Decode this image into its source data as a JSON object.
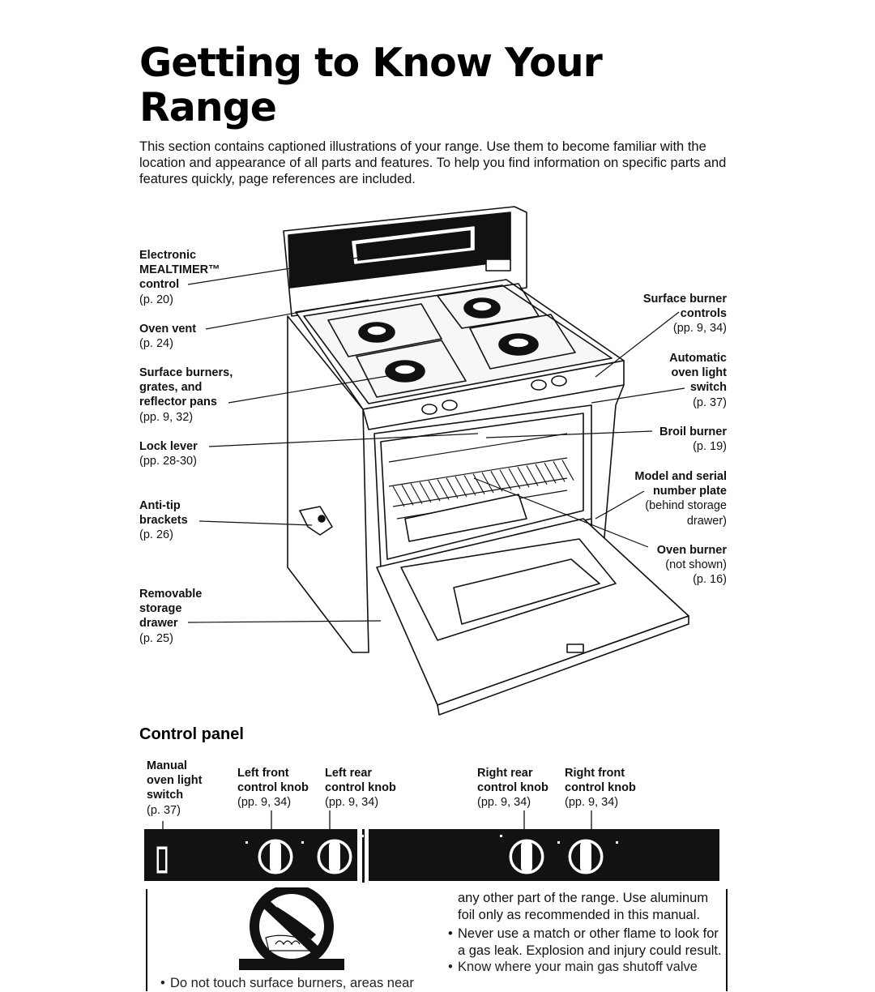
{
  "page": {
    "title_line1": "Getting to Know Your",
    "title_line2": "Range",
    "intro": "This section contains captioned illustrations of your range. Use them to become familiar with the location and appearance of all parts and features. To help you find information on specific parts and features quickly, page references are included."
  },
  "callouts_left": [
    {
      "label": "Electronic\nMEALTIMER™\ncontrol",
      "ref": "(p. 20)"
    },
    {
      "label": "Oven vent",
      "ref": "(p. 24)"
    },
    {
      "label": "Surface burners,\ngrates, and\nreflector pans",
      "ref": "(pp. 9, 32)"
    },
    {
      "label": "Lock lever",
      "ref": "(pp. 28-30)"
    },
    {
      "label": "Anti-tip\nbrackets",
      "ref": "(p. 26)"
    },
    {
      "label": "Removable\nstorage\ndrawer",
      "ref": "(p. 25)"
    }
  ],
  "callouts_right": [
    {
      "label": "Surface burner\ncontrols",
      "ref": "(pp. 9, 34)"
    },
    {
      "label": "Automatic\noven light\nswitch",
      "ref": "(p. 37)"
    },
    {
      "label": "Broil burner",
      "ref": "(p. 19)"
    },
    {
      "label": "Model and serial\nnumber plate",
      "ref": "(behind storage\ndrawer)"
    },
    {
      "label": "Oven burner",
      "ref": "(not shown)\n(p. 16)"
    }
  ],
  "control_panel": {
    "heading": "Control panel",
    "labels": [
      {
        "label": "Manual\noven light\nswitch",
        "ref": "(p. 37)"
      },
      {
        "label": "Left front\ncontrol knob",
        "ref": "(pp. 9, 34)"
      },
      {
        "label": "Left rear\ncontrol knob",
        "ref": "(pp. 9, 34)"
      },
      {
        "label": "Right rear\ncontrol knob",
        "ref": "(pp. 9, 34)"
      },
      {
        "label": "Right front\ncontrol knob",
        "ref": "(pp. 9, 34)"
      }
    ],
    "colors": {
      "panel": "#121212",
      "knob": "#ffffff"
    }
  },
  "body_text": {
    "right_col_line1": "any other part of the range. Use aluminum",
    "right_col_line2": "foil only as recommended in this manual.",
    "bullet_match": "Never use a match or other flame to look for a gas leak. Explosion and injury could result.",
    "bullet_cut_right": "Know where your main gas shutoff valve",
    "bullet_cut_left": "Do not touch surface burners, areas near"
  },
  "icons": {
    "warning": "no-touch-hot-surface-icon"
  }
}
